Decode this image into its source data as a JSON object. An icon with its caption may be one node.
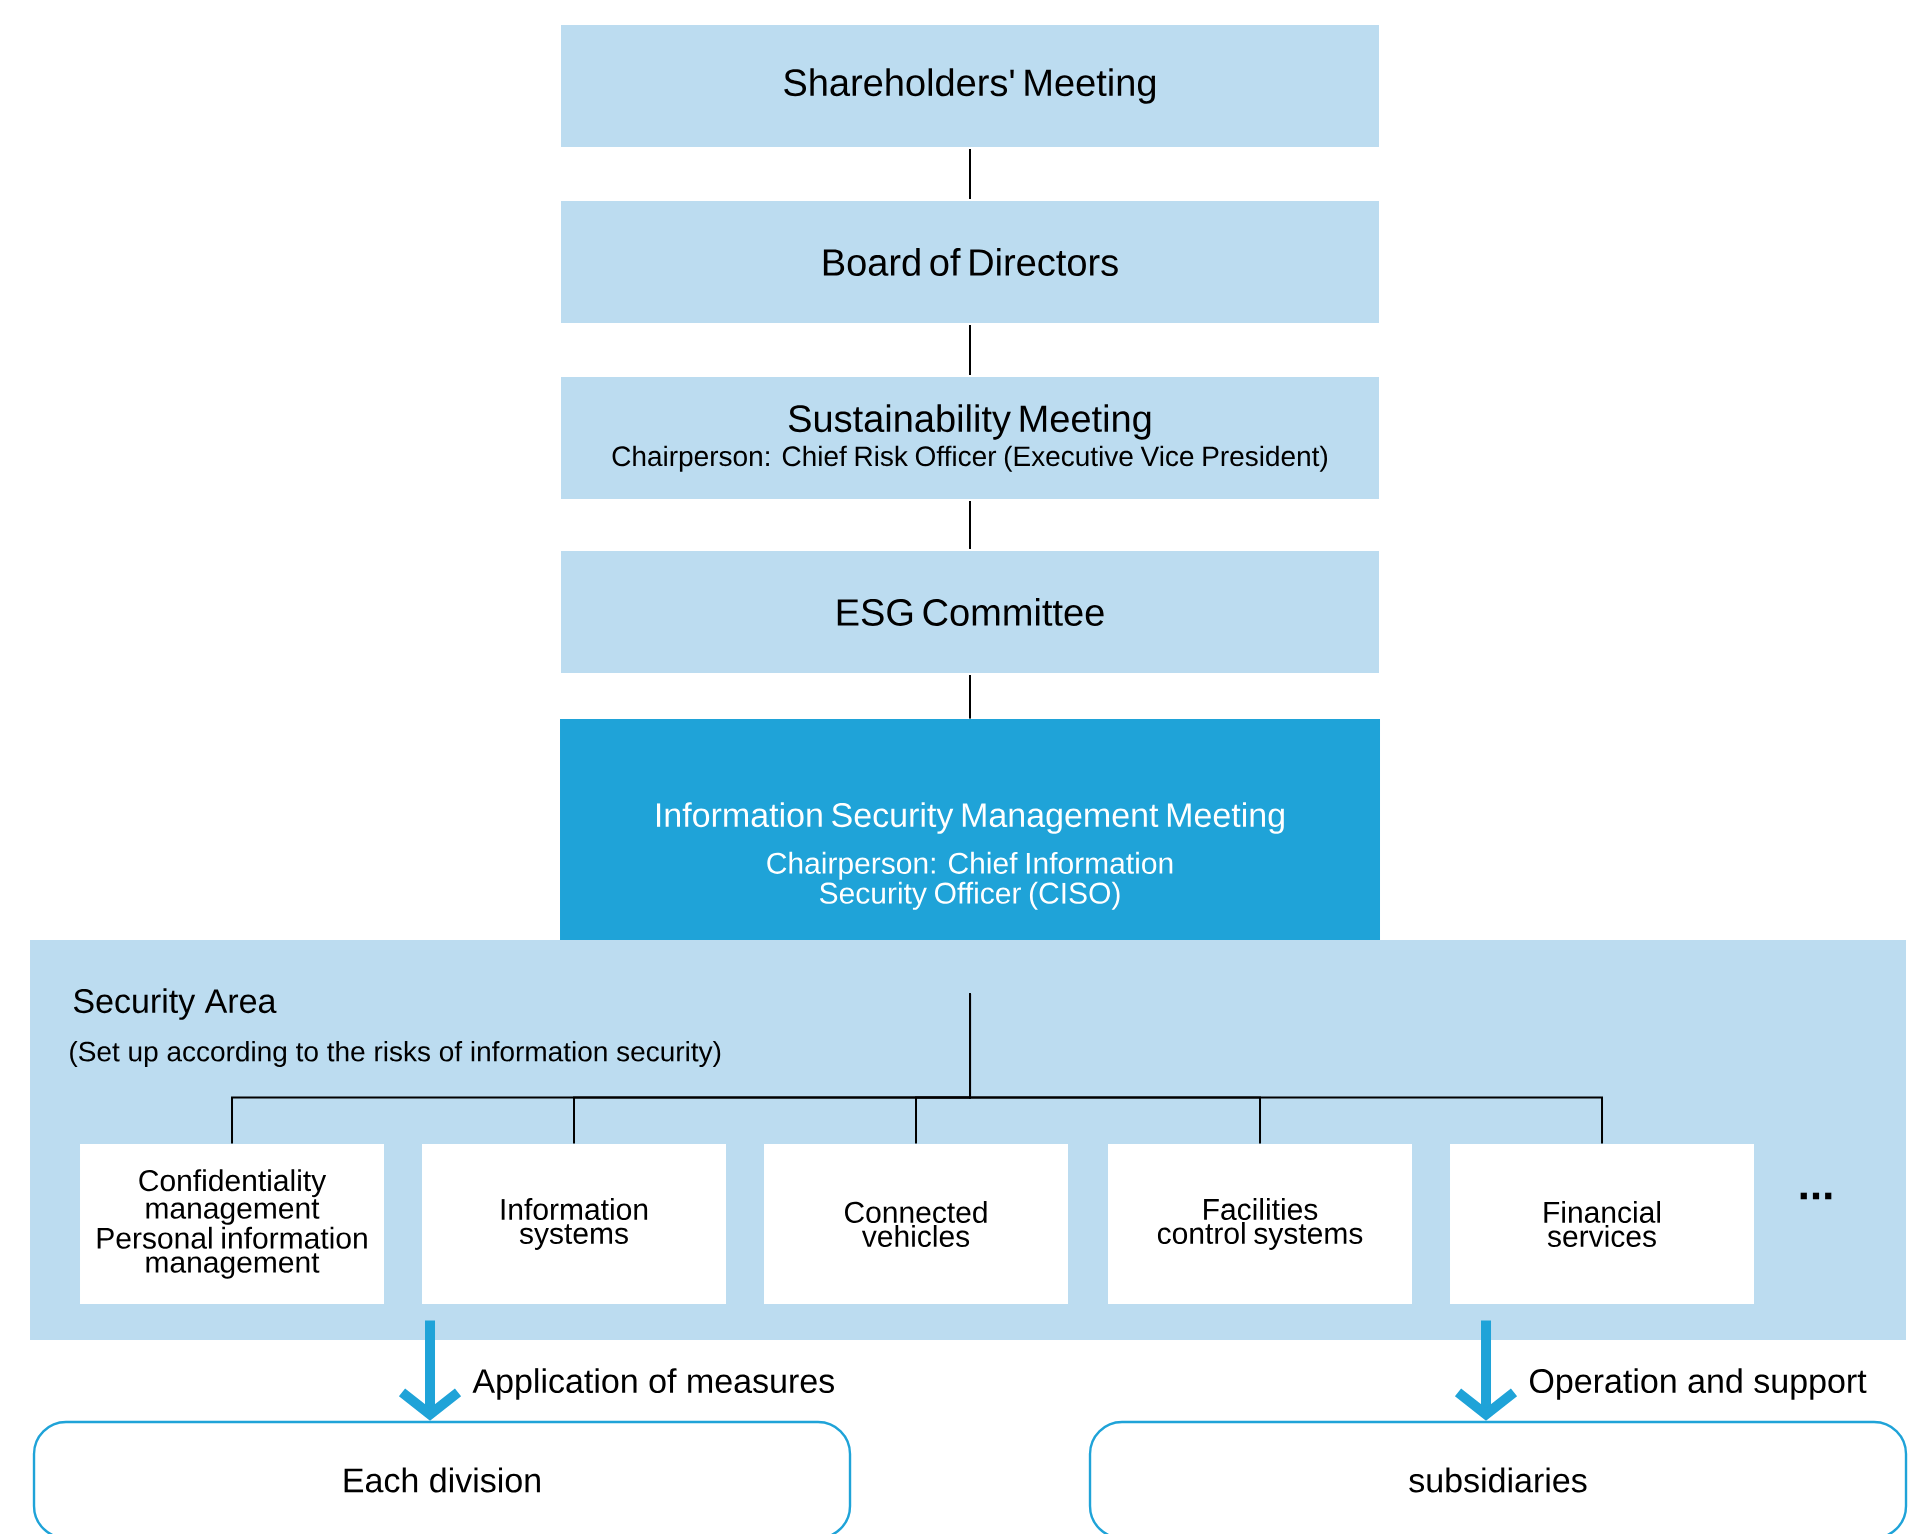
{
  "diagram": {
    "nodes": [
      {
        "text": [
          "Shareholders' Meeting"
        ]
      },
      {
        "text": [
          "Board of Directors"
        ]
      },
      {
        "text": [
          "Sustainability Meeting",
          "Chairperson: Chief Risk Officer (Executive Vice President)"
        ]
      },
      {
        "text": [
          "ESG Committee"
        ]
      },
      {
        "text": [
          "Information Security Management Meeting",
          "Chairperson: Chief Information Security Officer (CISO)"
        ]
      },
      {
        "text": [
          "Security Area",
          "(Set up according to the risks of information security)"
        ]
      },
      {
        "text": [
          "Confidentiality management Personal information management"
        ],
        "in": 5
      },
      {
        "text": [
          "Information systems"
        ],
        "in": 5
      },
      {
        "text": [
          "Connected vehicles"
        ],
        "in": 5
      },
      {
        "text": [
          "Facilities control systems"
        ],
        "in": 5
      },
      {
        "text": [
          "Financial services"
        ],
        "in": 5
      },
      {
        "text": [
          "Each division"
        ]
      },
      {
        "text": [
          "subsidiaries"
        ]
      }
    ],
    "edges": [
      {
        "from": 0,
        "to": 1,
        "arrow": "none"
      },
      {
        "from": 1,
        "to": 2,
        "arrow": "none"
      },
      {
        "from": 2,
        "to": 3,
        "arrow": "none"
      },
      {
        "from": 3,
        "to": 4,
        "arrow": "none"
      },
      {
        "from": 4,
        "to": 6,
        "arrow": "none"
      },
      {
        "from": 4,
        "to": 7,
        "arrow": "none"
      },
      {
        "from": 4,
        "to": 8,
        "arrow": "none"
      },
      {
        "from": 4,
        "to": 9,
        "arrow": "none"
      },
      {
        "from": 4,
        "to": 10,
        "arrow": "none"
      },
      {
        "from": 5,
        "to": 11,
        "arrow": "to",
        "label": "Application of measures",
        "style": "thick",
        "color": "#1fa3d8"
      },
      {
        "from": 5,
        "to": 12,
        "arrow": "to",
        "label": "Operation and support",
        "style": "thick",
        "color": "#1fa3d8"
      }
    ],
    "labels": [
      "..."
    ]
  }
}
